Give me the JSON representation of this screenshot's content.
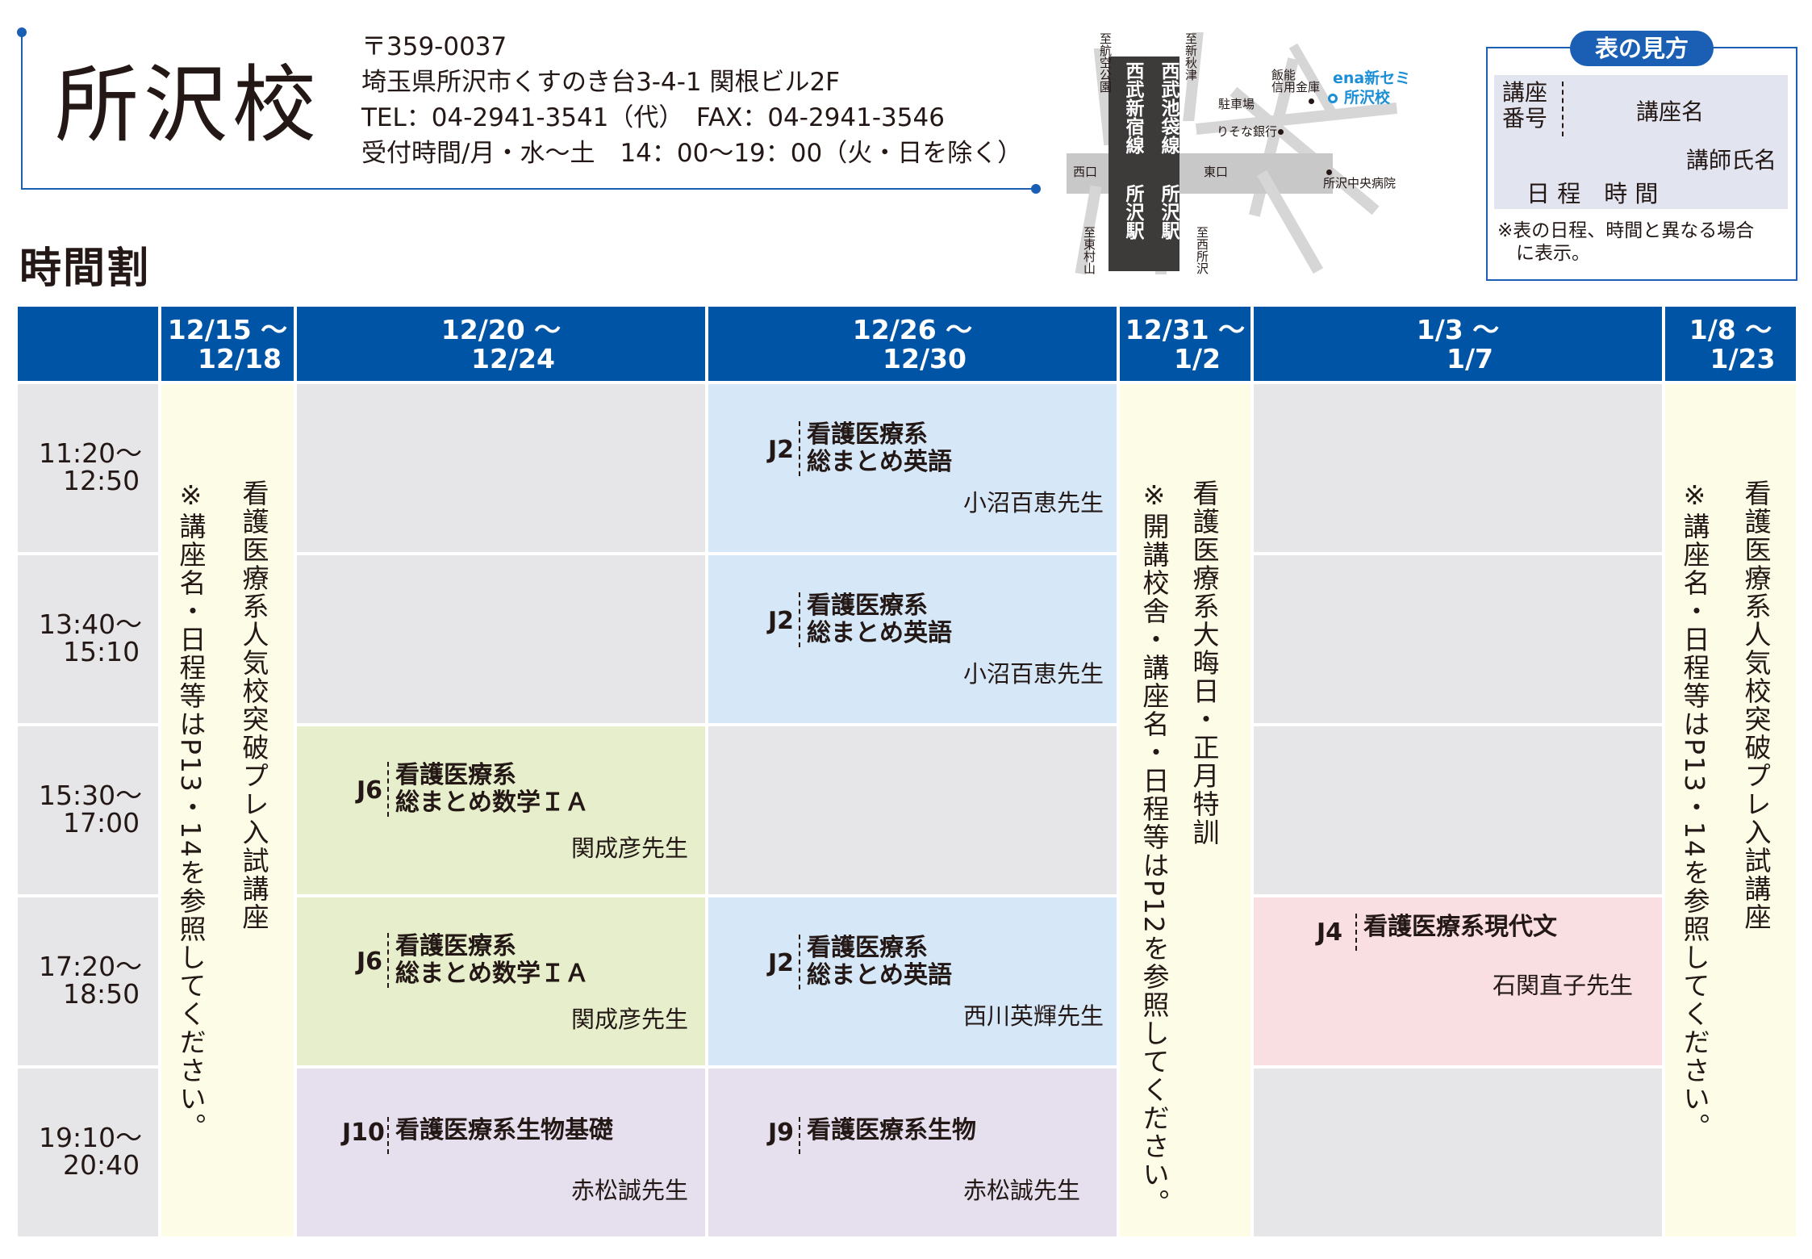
{
  "header": {
    "school": "所沢校",
    "postal": "〒359-0037",
    "address": "埼玉県所沢市くすのき台3-4-1 関根ビル2F",
    "tel_fax": "TEL：04-2941-3541（代）　FAX：04-2941-3546",
    "hours": "受付時間/月・水〜土　14：00〜19：00（火・日を除く）"
  },
  "timetable_heading": "時間割",
  "map": {
    "line_seibu_ikebukuro": "西武池袋線",
    "line_seibu_shinjuku": "西武新宿線",
    "station_tokorozawa_1": "所沢駅",
    "station_tokorozawa_2": "所沢駅",
    "to_koku_koen": "至航空公園",
    "to_shin_akitsu": "至新秋津",
    "to_higashi_murayama": "至東村山",
    "to_nishi_tokorozawa": "至西所沢",
    "parking": "駐車場",
    "hanno_bank": "飯能\n信用金庫",
    "resona": "りそな銀行",
    "west_exit": "西口",
    "east_exit": "東口",
    "hospital": "所沢中央病院",
    "ena_label_1": "ena新セミ",
    "ena_label_2": "所沢校"
  },
  "legend": {
    "title": "表の見方",
    "code_label": "講座\n番号",
    "course_label": "講座名",
    "teacher_label": "講師氏名",
    "schedule_label": "日 程　時 間",
    "note": "※表の日程、時間と異なる場合\n　に表示。"
  },
  "columns": [
    {
      "l1": "12/15 〜",
      "l2": "12/18"
    },
    {
      "l1": "12/20 〜",
      "l2": "12/24"
    },
    {
      "l1": "12/26 〜",
      "l2": "12/30"
    },
    {
      "l1": "12/31 〜",
      "l2": "1/2"
    },
    {
      "l1": "1/3 〜",
      "l2": "1/7"
    },
    {
      "l1": "1/8 〜",
      "l2": "1/23"
    }
  ],
  "times": [
    {
      "a": "11:20〜",
      "b": "12:50"
    },
    {
      "a": "13:40〜",
      "b": "15:10"
    },
    {
      "a": "15:30〜",
      "b": "17:00"
    },
    {
      "a": "17:20〜",
      "b": "18:50"
    },
    {
      "a": "19:10〜",
      "b": "20:40"
    }
  ],
  "notes": {
    "col1_title": "看護医療系人気校突破プレ入試講座",
    "col1_note": "※講座名・日程等はP13・14を参照してください。",
    "col4_title": "看護医療系大晦日・正月特訓",
    "col4_note": "※開講校舎・講座名・日程等はP12を参照してください。",
    "col6_title": "看護医療系人気校突破プレ入試講座",
    "col6_note": "※講座名・日程等はP13・14を参照してください。"
  },
  "courses": {
    "r1_c3": {
      "code": "J2",
      "name": "看護医療系\n総まとめ英語",
      "teacher": "小沼百恵先生"
    },
    "r2_c3": {
      "code": "J2",
      "name": "看護医療系\n総まとめ英語",
      "teacher": "小沼百恵先生"
    },
    "r3_c2": {
      "code": "J6",
      "name": "看護医療系\n総まとめ数学ＩＡ",
      "teacher": "関成彦先生"
    },
    "r4_c2": {
      "code": "J6",
      "name": "看護医療系\n総まとめ数学ＩＡ",
      "teacher": "関成彦先生"
    },
    "r4_c3": {
      "code": "J2",
      "name": "看護医療系\n総まとめ英語",
      "teacher": "西川英輝先生"
    },
    "r4_c5": {
      "code": "J4",
      "name": "看護医療系現代文",
      "teacher": "石関直子先生"
    },
    "r5_c2": {
      "code": "J10",
      "name": "看護医療系生物基礎",
      "teacher": "赤松誠先生"
    },
    "r5_c3": {
      "code": "J9",
      "name": "看護医療系生物",
      "teacher": "赤松誠先生"
    }
  },
  "colors": {
    "accent": "#0054a6",
    "gray_cell": "#e6e6e8",
    "yellow_note": "#fdfce6",
    "blue_course": "#d6e8f8",
    "green_course": "#e6eecb",
    "pink_course": "#f9dee2",
    "purple_course": "#e6e0ee"
  }
}
